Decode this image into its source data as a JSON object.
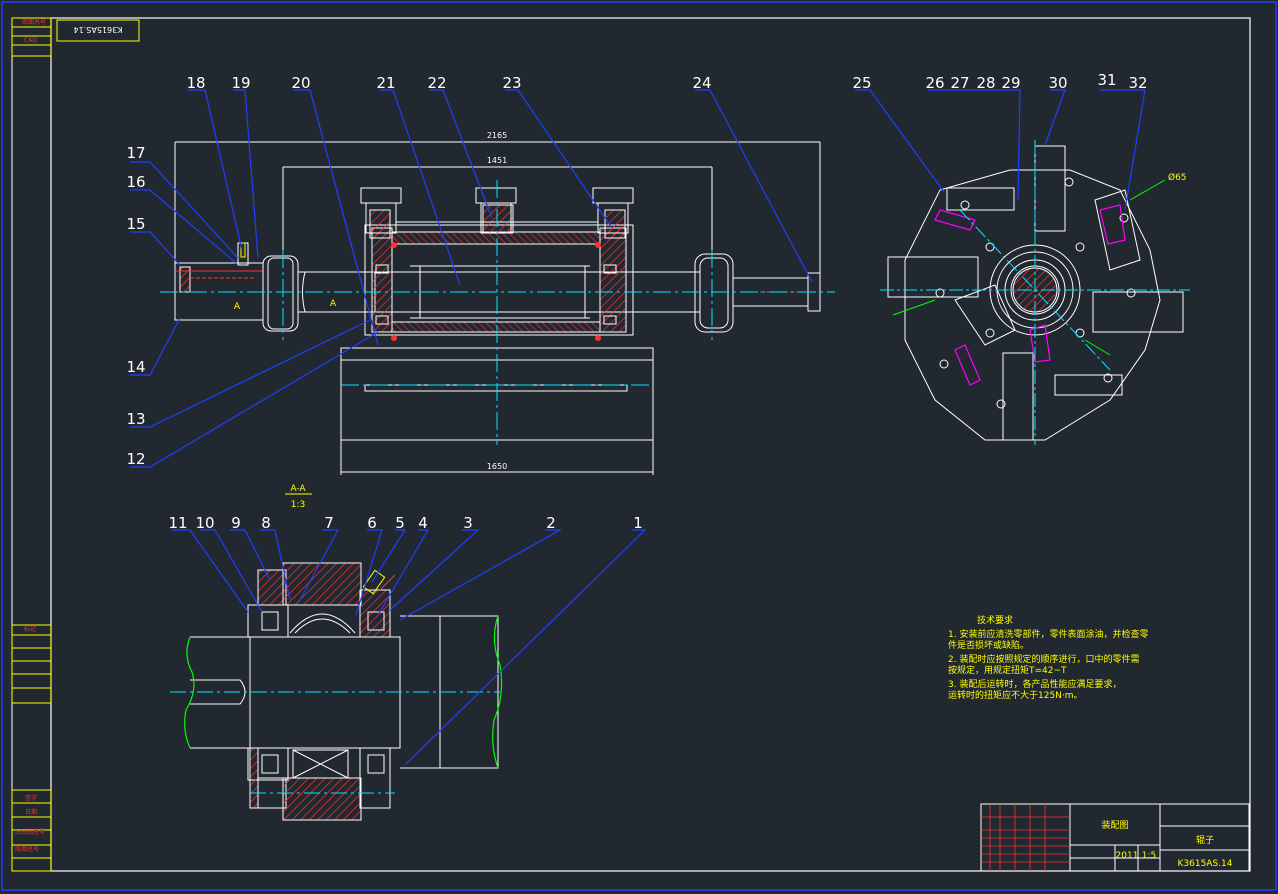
{
  "drawing": {
    "code_stamp": "K3615AS.14",
    "drawing_number": "K3615AS.14",
    "drawing_title": "装配图",
    "part_name": "辊子",
    "scale": "1:5",
    "sheet": "2011",
    "section_label": "A-A",
    "section_scale": "1:3",
    "view_mark": "A",
    "dims": {
      "overall": "2165",
      "middle": "1451",
      "bottom": "1650",
      "flange": "Ø65"
    },
    "side_box_labels": [
      "底图总号",
      "CAD",
      "标记",
      "旧底图总号",
      "底图总号",
      "签字",
      "日期"
    ],
    "part_numbers": {
      "main_top": [
        "18",
        "19",
        "20",
        "21",
        "22",
        "23",
        "24"
      ],
      "main_left": [
        "17",
        "16",
        "15",
        "14",
        "13",
        "12"
      ],
      "right": [
        "25",
        "26",
        "27",
        "28",
        "29",
        "30",
        "31",
        "32"
      ],
      "section": [
        "11",
        "10",
        "9",
        "8",
        "7",
        "6",
        "5",
        "4",
        "3",
        "2",
        "1"
      ]
    },
    "notes": {
      "title": "技术要求",
      "lines": [
        "1. 安装前应清洗零部件，零件表面涂油，并检查零",
        "   件是否损坏或缺陷。",
        "2. 装配时应按照规定的顺序进行，口中的零件需",
        "   按规定，用规定扭矩T=42~T",
        "3. 装配后运转时，各产品性能应满足要求，",
        "   运转时的扭矩应不大于125N·m。"
      ]
    }
  },
  "colors": {
    "bg": "#212830",
    "line": "#ffffff",
    "hatch": "#ff3030",
    "center": "#00e5ff",
    "break": "#00ff00",
    "magenta": "#ff00ff",
    "frame": "#1f3fff",
    "note": "#ffff00"
  }
}
